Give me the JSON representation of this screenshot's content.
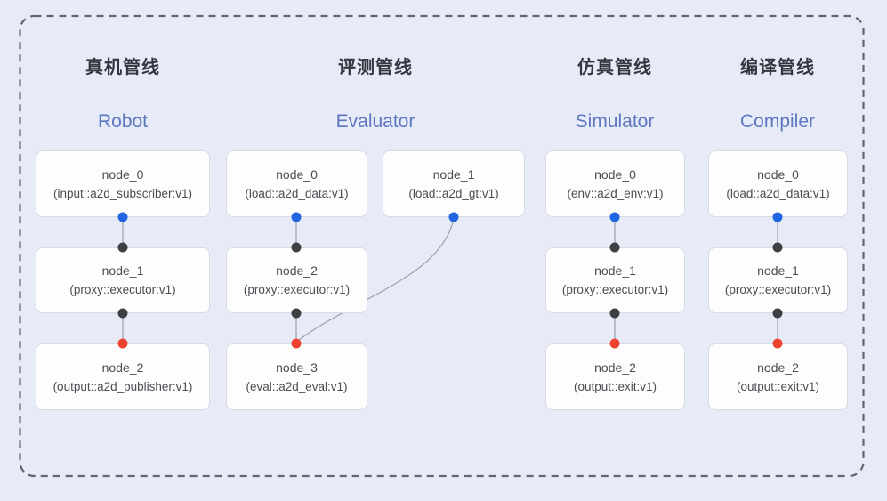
{
  "theme": {
    "background": "#e6ebf7",
    "frame": "#63666b",
    "edge": "#99a1af",
    "box_bg": "#fdfdfe",
    "box_border": "#d8dbe2",
    "text": "#4b4d52",
    "title_zh": "#333740",
    "title_en": "#5d76c0",
    "port_out": "#2165e0",
    "port_mid": "#3d3f43",
    "port_in": "#ee4231"
  },
  "pipelines": [
    {
      "title_zh": "真机管线",
      "title_en": "Robot",
      "nodes": [
        {
          "name": "node_0",
          "type": "(input::a2d_subscriber:v1)"
        },
        {
          "name": "node_1",
          "type": "(proxy::executor:v1)"
        },
        {
          "name": "node_2",
          "type": "(output::a2d_publisher:v1)"
        }
      ],
      "edges": [
        "node_0 -> node_1",
        "node_1 -> node_2"
      ]
    },
    {
      "title_zh": "评测管线",
      "title_en": "Evaluator",
      "nodes": [
        {
          "name": "node_0",
          "type": "(load::a2d_data:v1)"
        },
        {
          "name": "node_1",
          "type": "(load::a2d_gt:v1)"
        },
        {
          "name": "node_2",
          "type": "(proxy::executor:v1)"
        },
        {
          "name": "node_3",
          "type": "(eval::a2d_eval:v1)"
        }
      ],
      "edges": [
        "node_0 -> node_2",
        "node_1 -> node_3",
        "node_2 -> node_3"
      ]
    },
    {
      "title_zh": "仿真管线",
      "title_en": "Simulator",
      "nodes": [
        {
          "name": "node_0",
          "type": "(env::a2d_env:v1)"
        },
        {
          "name": "node_1",
          "type": "(proxy::executor:v1)"
        },
        {
          "name": "node_2",
          "type": "(output::exit:v1)"
        }
      ],
      "edges": [
        "node_0 -> node_1",
        "node_1 -> node_2"
      ]
    },
    {
      "title_zh": "编译管线",
      "title_en": "Compiler",
      "nodes": [
        {
          "name": "node_0",
          "type": "(load::a2d_data:v1)"
        },
        {
          "name": "node_1",
          "type": "(proxy::executor:v1)"
        },
        {
          "name": "node_2",
          "type": "(output::exit:v1)"
        }
      ],
      "edges": [
        "node_0 -> node_1",
        "node_1 -> node_2"
      ]
    }
  ]
}
